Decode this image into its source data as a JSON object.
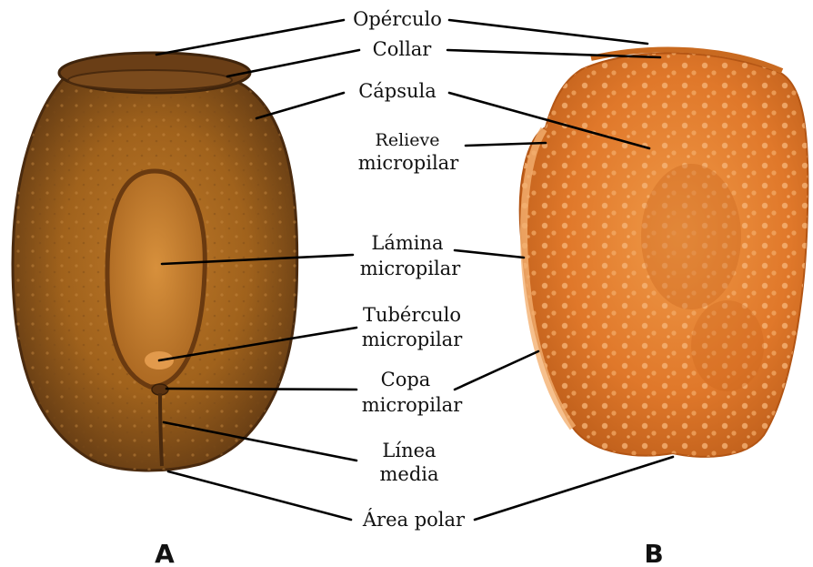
{
  "labels": {
    "operculo": "Opérculo",
    "collar": "Collar",
    "capsula": "Cápsula",
    "relieve_l1": "Relieve",
    "relieve_l2": "micropilar",
    "lamina_l1": "Lámina",
    "lamina_l2": "micropilar",
    "tuberculo_l1": "Tubérculo",
    "tuberculo_l2": "micropilar",
    "copa_l1": "Copa",
    "copa_l2": "micropilar",
    "linea_l1": "Línea",
    "linea_l2": "media",
    "area_polar": "Área polar"
  },
  "panels": {
    "a": "A",
    "b": "B"
  },
  "colors": {
    "egg_a_base": "#a0621c",
    "egg_a_rim": "#5a3512",
    "egg_b_base": "#e0782a",
    "egg_b_highlight": "#f2a560",
    "leader": "#000000"
  }
}
